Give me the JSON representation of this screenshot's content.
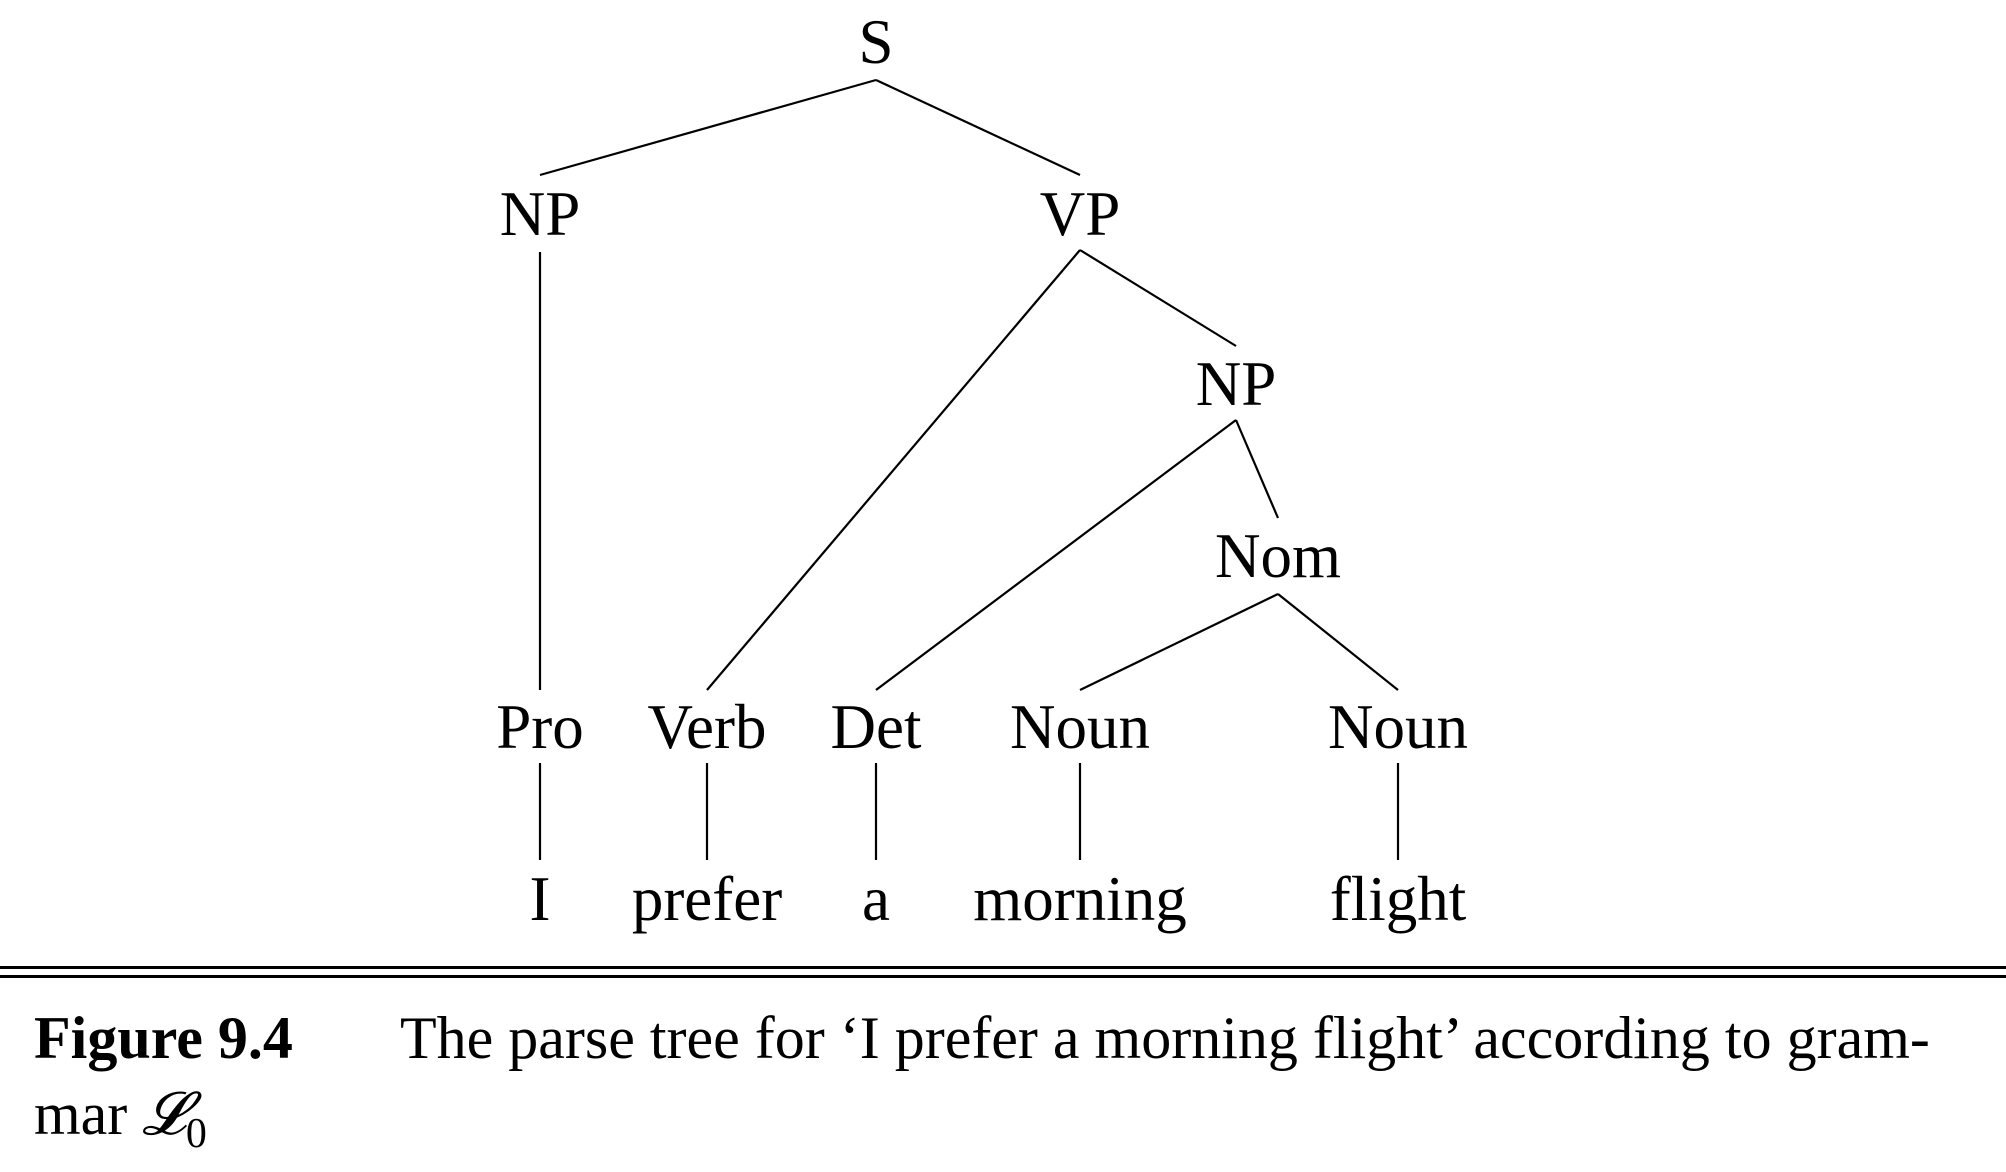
{
  "tree": {
    "root": "S",
    "np_subject": "NP",
    "vp": "VP",
    "np_object": "NP",
    "nom": "Nom",
    "pos": [
      "Pro",
      "Verb",
      "Det",
      "Noun",
      "Noun"
    ],
    "words": [
      "I",
      "prefer",
      "a",
      "morning",
      "flight"
    ]
  },
  "caption": {
    "figure_label": "Figure 9.4",
    "text_line1": "The parse tree for ‘I prefer a morning flight’ according to gram-",
    "text_line2_prefix": "mar ",
    "grammar_symbol": "𝓛",
    "grammar_subscript": "0"
  }
}
